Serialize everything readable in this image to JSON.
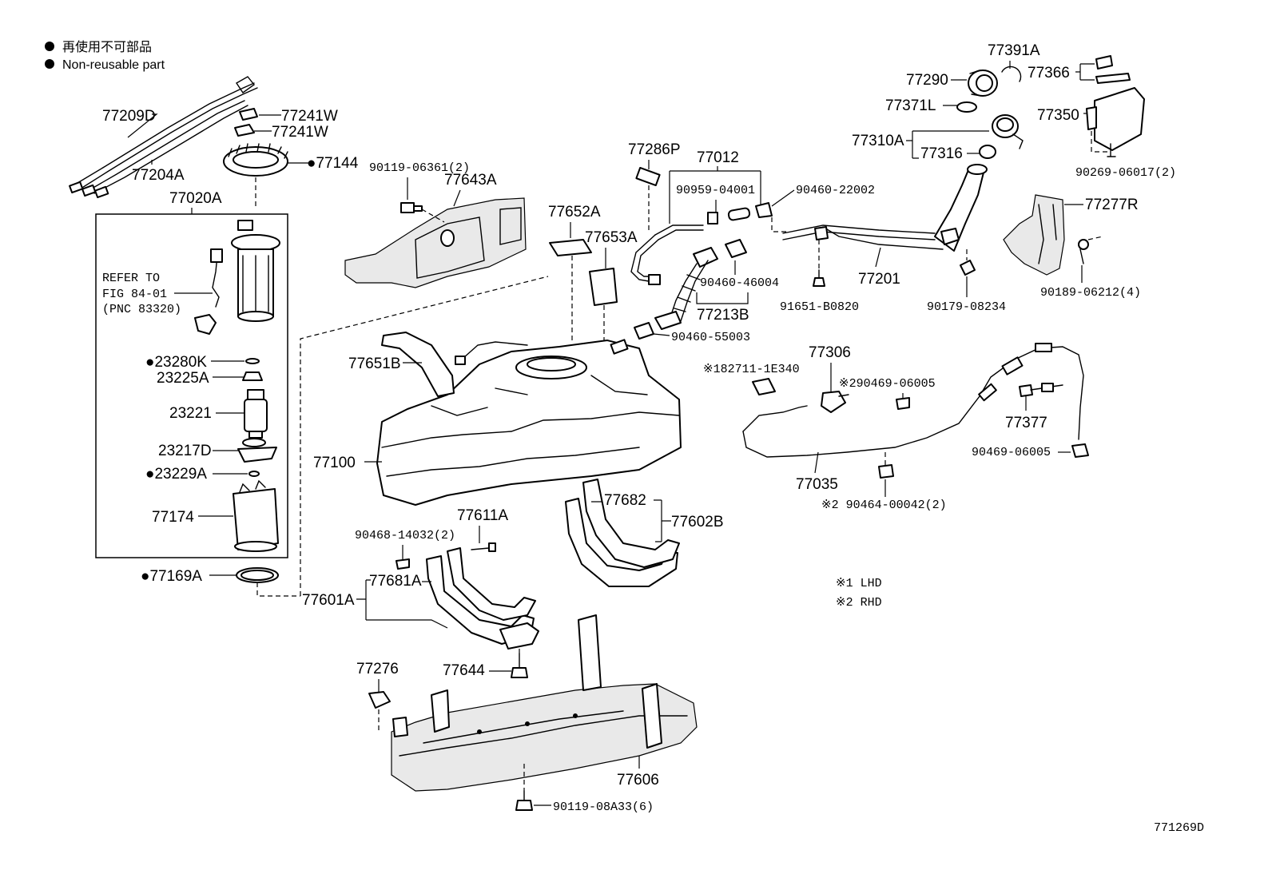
{
  "legend": {
    "bullet_symbol": "●",
    "line_jp": "再使用不可部品",
    "line_en": "Non-reusable part"
  },
  "notes": {
    "lhd": "※1  LHD",
    "rhd": "※2  RHD"
  },
  "figure_id": "771269D",
  "refer_note": {
    "line1": "REFER TO",
    "line2": "FIG 84-01",
    "line3": "(PNC 83320)"
  },
  "labels": {
    "p77209D": "77209D",
    "p77204A": "77204A",
    "p77241W_1": "77241W",
    "p77241W_2": "77241W",
    "p77144": "●77144",
    "p77020A": "77020A",
    "p23280K": "●23280K",
    "p23225A": "23225A",
    "p23221": "23221",
    "p23217D": "23217D",
    "p23229A": "●23229A",
    "p77174": "77174",
    "p77169A": "●77169A",
    "p90119_06361": "90119-06361(2)",
    "p77643A": "77643A",
    "p77652A": "77652A",
    "p77653A": "77653A",
    "p77286P": "77286P",
    "p77012": "77012",
    "p90959_04001": "90959-04001",
    "p90460_22002": "90460-22002",
    "p90460_46004": "90460-46004",
    "p77213B": "77213B",
    "p90460_55003": "90460-55003",
    "p77651B": "77651B",
    "p77100": "77100",
    "p77201": "77201",
    "p91651_B0820": "91651-B0820",
    "p90179_08234": "90179-08234",
    "p77391A": "77391A",
    "p77290": "77290",
    "p77366": "77366",
    "p77371L": "77371L",
    "p77350": "77350",
    "p77310A": "77310A",
    "p77316": "77316",
    "p90269_06017": "90269-06017(2)",
    "p77277R": "77277R",
    "p90189_06212": "90189-06212(4)",
    "p77306": "77306",
    "p182711_1E340": "※182711-1E340",
    "p90469_06005_a": "※290469-06005",
    "p77377": "77377",
    "p90469_06005_b": "90469-06005",
    "p77035": "77035",
    "p90464_00042": "※2 90464-00042(2)",
    "p77682": "77682",
    "p77602B": "77602B",
    "p90468_14032": "90468-14032(2)",
    "p77611A": "77611A",
    "p77681A": "77681A",
    "p77601A": "77601A",
    "p77276": "77276",
    "p77644": "77644",
    "p77606": "77606",
    "p90119_08A33": "90119-08A33(6)"
  }
}
